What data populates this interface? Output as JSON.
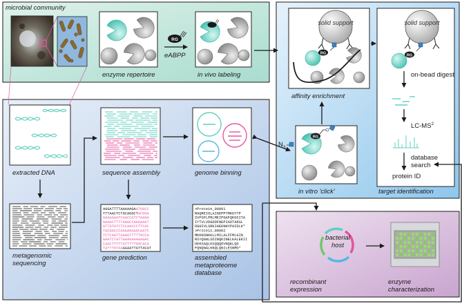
{
  "colors": {
    "top_panel": "#bfe3d8",
    "blue_panel": "#c8dcf2",
    "right_panel": "#bcdaf2",
    "purple_panel": "#d9c2dd",
    "teal": "#5fcfc0",
    "pink": "#e2559f",
    "light_blue": "#55b8e0",
    "gray_enzyme": "#9a9a9a",
    "black_tag": "#1a1a1a"
  },
  "labels": {
    "microbial_community": "microbial community",
    "enzyme_repertoire": "enzyme repertoire",
    "eabpp": "eABPP",
    "rg": "RG",
    "in_vivo_labeling": "in vivo labeling",
    "affinity_enrichment": "affinity enrichment",
    "solid_support": "solid support",
    "on_bead_digest": "on-bead digest",
    "lc_ms": "LC-MS",
    "lc_ms_sup": "2",
    "database_search": "database search",
    "protein_id": "protein ID",
    "target_identification": "target identification",
    "in_vitro_click": "in vitro 'click'",
    "n3": "N",
    "n3_sub": "3",
    "extracted_dna": "extracted DNA",
    "sequence_assembly": "sequence assembly",
    "genome_binning": "genome binning",
    "metagenomic_sequencing": "metagenomic sequencing",
    "gene_prediction": "gene prediction",
    "assembled_metaproteome_database": "assembled metaproteome database",
    "bacterial_host": "bacterial host",
    "recombinant_expression": "recombinant expression",
    "enzyme_characterization": "enzyme characterization"
  },
  "gene_prediction_lines": [
    {
      "black": "AGGATTTTAAAAAGA",
      "pink": "ATGGCC"
    },
    {
      "black": "TTTAACTCTGCAGGCT",
      "pink": "ACGGA"
    },
    {
      "black": "",
      "pink": "GAAAAAATCAACCATCTAAGA"
    },
    {
      "black": "",
      "pink": "GAAGCTTTTAAGCCAAGAAAT"
    },
    {
      "black": "",
      "pink": "GTTGTATCTCCAACCCTTCAC"
    },
    {
      "black": "",
      "pink": "TACGACCCAGAAGAAGCAATC"
    },
    {
      "black": "",
      "pink": "TCTCAGTTAGAGTTTTTACCA"
    },
    {
      "black": "",
      "pink": "GAATCTATTAAAGAAAAAGAC"
    },
    {
      "black": "",
      "pink": "CAACTTTTTATTTTTGGCACA"
    },
    {
      "black": "AAAATTATTACAT",
      "pink": "TATTTGTAA"
    }
  ],
  "protein_lines": [
    ">Protein_00001",
    "MAQREIGLAIGEPPTMKGYTP",
    "SVFSFLPRLMEIPGAFQKGSITA",
    "IYTVLVDGDDFNEPIADTARSL",
    "DGHIVLSRKIAEKNHYPAIDLK*",
    ">Protein_00002",
    "MKKNSNKKLLMILALFFMLGIN",
    "RSYQGNLSDINQKINELKALEKII",
    "DEKSAQLKSQQQDVNQKLQG",
    "FQNQNALKNQLQNILESNMD*"
  ]
}
